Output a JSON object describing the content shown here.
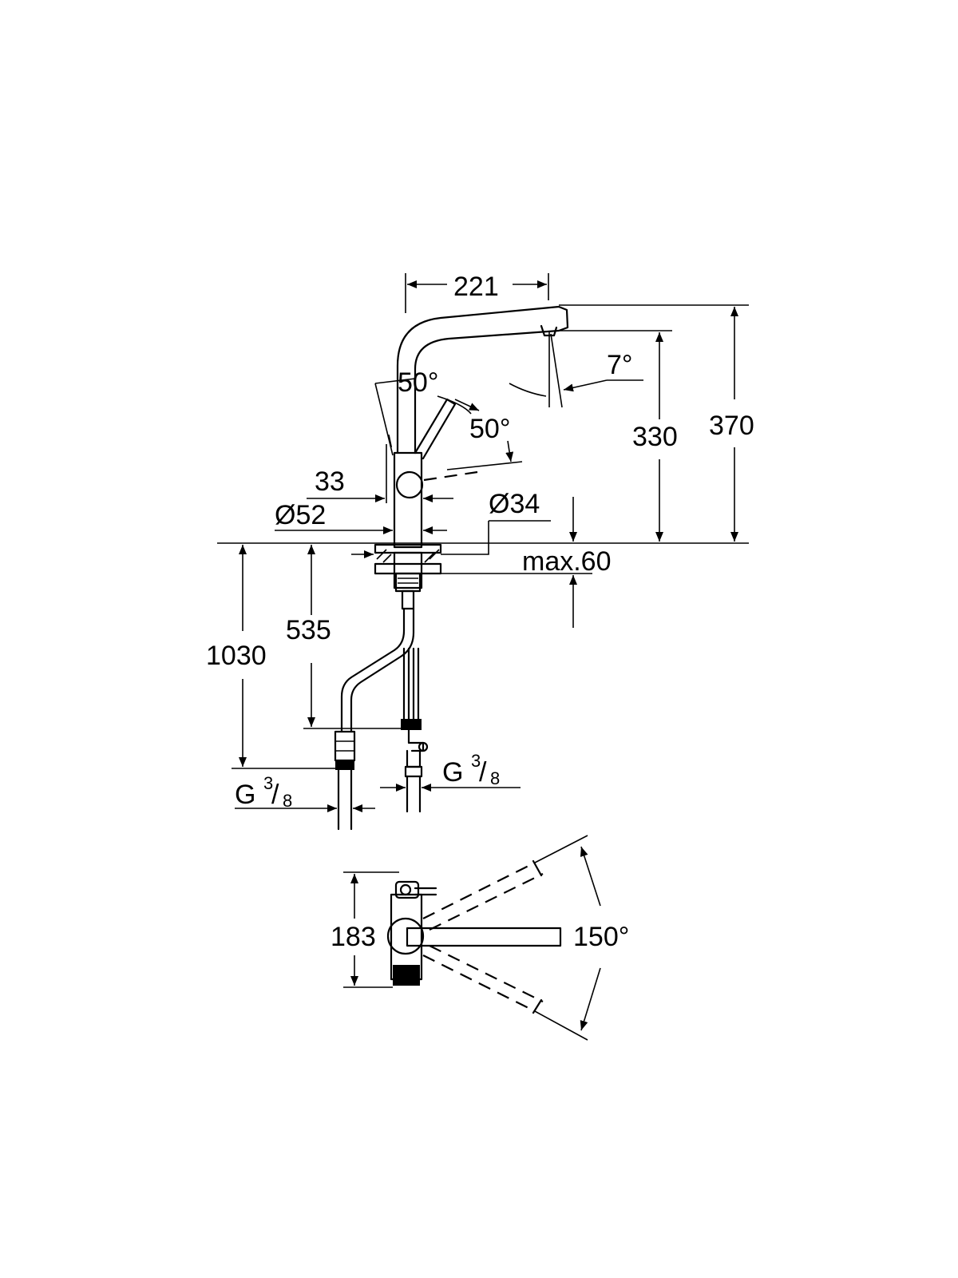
{
  "dimensions": {
    "spout_reach": "221",
    "spout_tilt": "7°",
    "lever_angle_back": "50°",
    "lever_angle_front": "50°",
    "spout_height": "330",
    "total_height": "370",
    "lever_offset": "33",
    "base_diameter": "Ø52",
    "mount_hole_diameter": "Ø34",
    "max_deck_thickness": "max.60",
    "hose_length_short": "535",
    "hose_length_long": "1030",
    "inlet_left_g": "G",
    "inlet_left_num": "3",
    "inlet_left_den": "8",
    "inlet_right_g": "G",
    "inlet_right_num": "3",
    "inlet_right_den": "8",
    "top_view_depth": "183",
    "swivel_angle": "150°"
  }
}
